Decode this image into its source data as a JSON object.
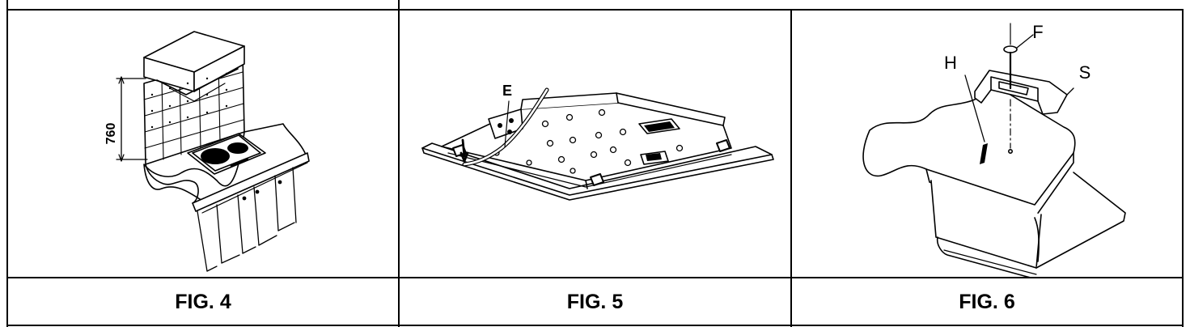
{
  "figures": [
    {
      "caption": "FIG. 4",
      "labels": {
        "dimension": "760"
      }
    },
    {
      "caption": "FIG. 5",
      "labels": {
        "cable": "E"
      }
    },
    {
      "caption": "FIG. 6",
      "labels": {
        "screw": "F",
        "slot": "H",
        "spring": "S"
      }
    }
  ]
}
